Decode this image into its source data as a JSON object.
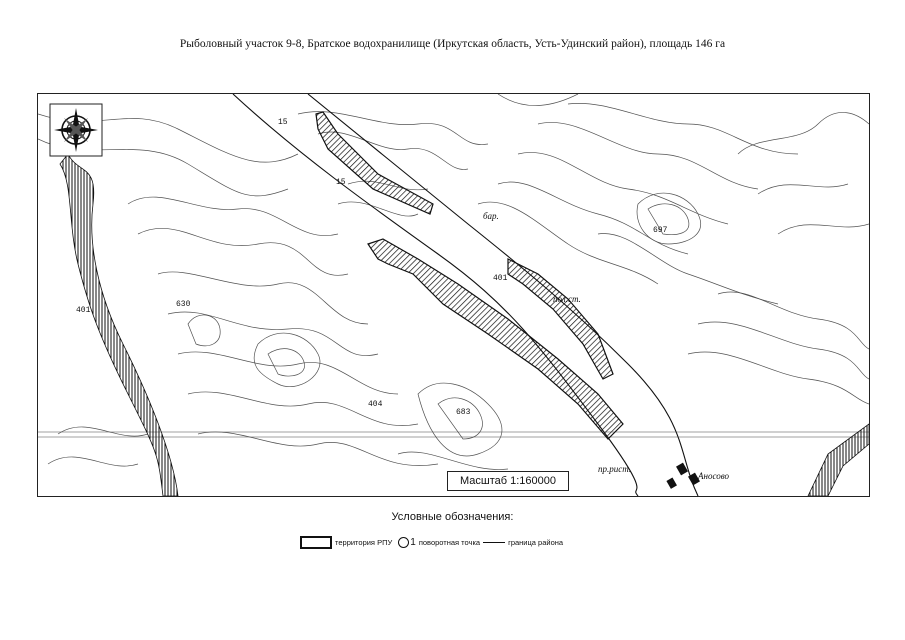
{
  "title": "Рыболовный участок 9-8, Братское водохранилище (Иркутская область, Усть-Удинский район), площадь 146 га",
  "map": {
    "compass_icon": "compass-rose-icon",
    "elevations": [
      "630",
      "401",
      "404",
      "683",
      "697",
      "401"
    ],
    "place_labels": [
      "бар.",
      "пол.ст.",
      "пр.рист.",
      "Аносово"
    ],
    "point_labels": [
      "15",
      "15"
    ]
  },
  "scale": {
    "label": "Масштаб 1:160000"
  },
  "legend": {
    "title": "Условные обозначения:",
    "rpu_label": "территория РПУ",
    "point_number": "1",
    "point_label": "поворотная точка",
    "boundary_label": "граница района"
  }
}
